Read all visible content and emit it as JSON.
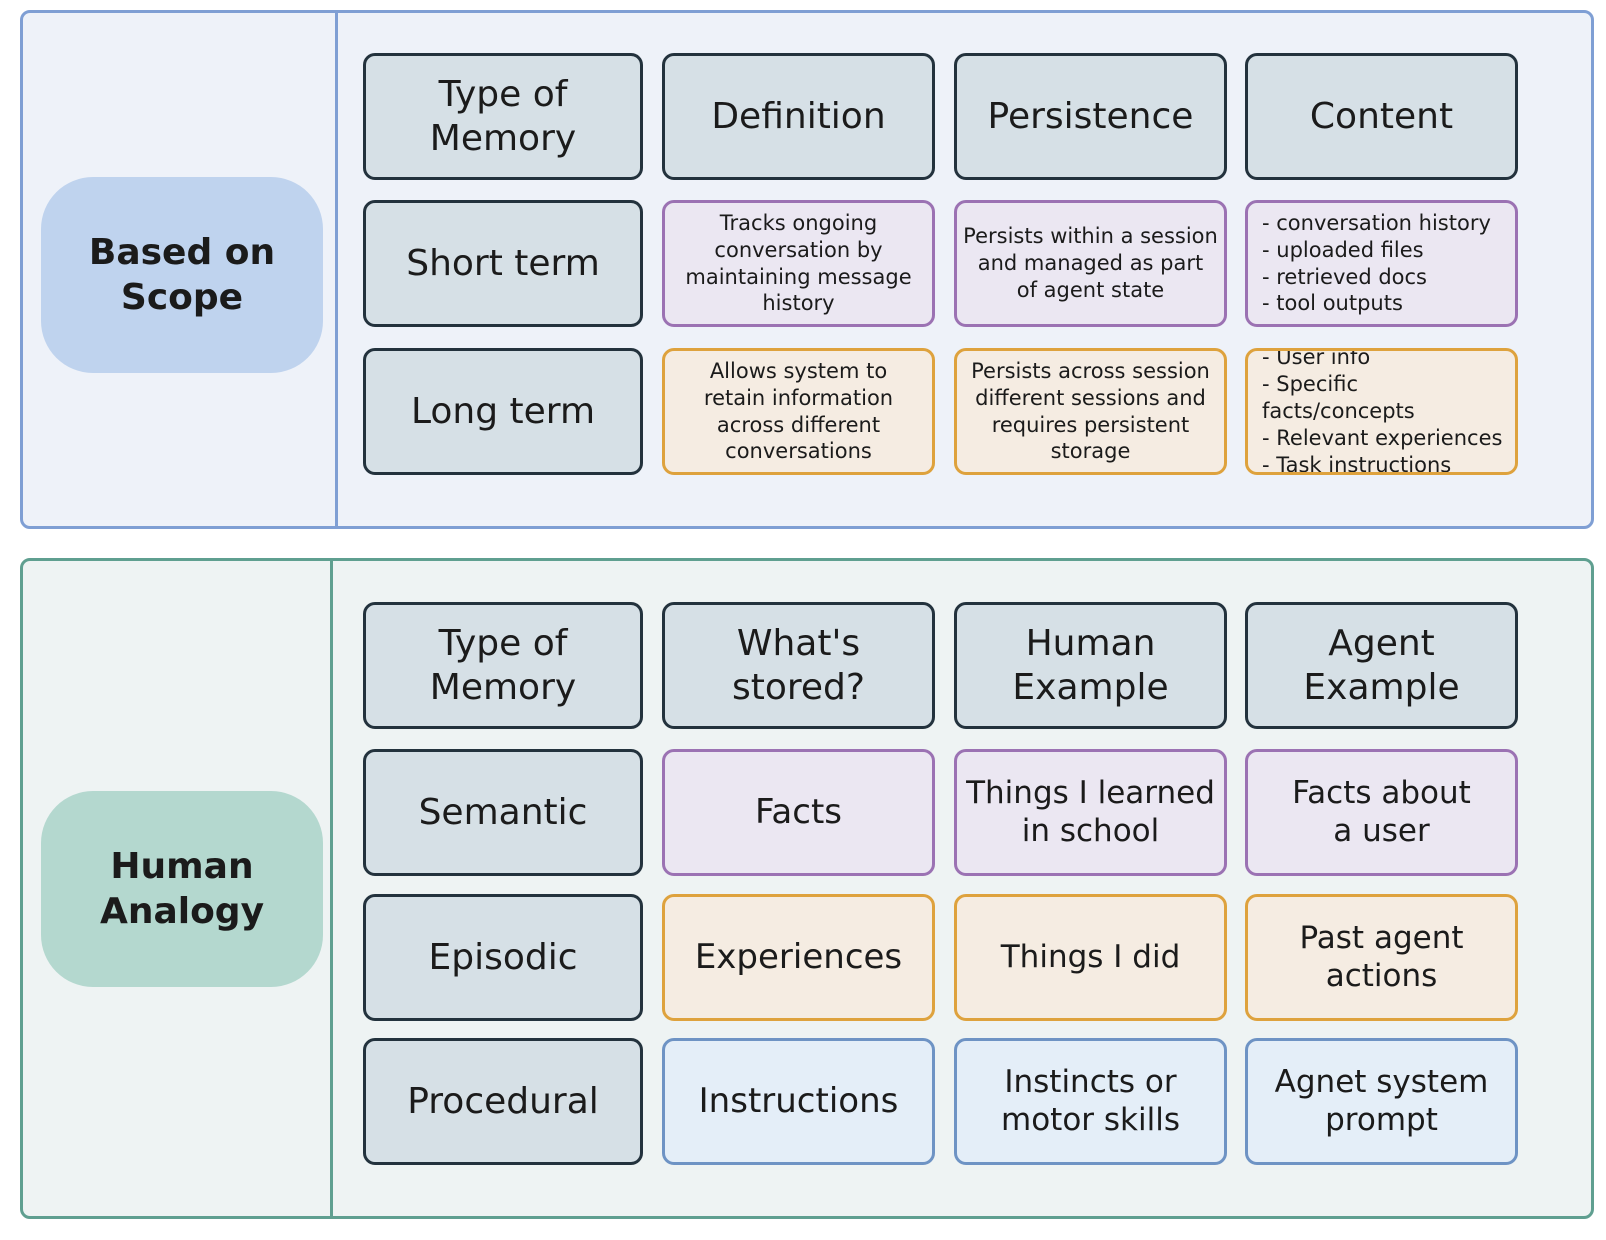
{
  "scope": {
    "label": "Based on\nScope",
    "headers": [
      "Type of\nMemory",
      "Definition",
      "Persistence",
      "Content"
    ],
    "rows": [
      {
        "type": "Short term",
        "definition": "Tracks ongoing\nconversation by\nmaintaining message\nhistory",
        "persistence": "Persists within a session\nand managed as part\nof agent state",
        "content": "- conversation history\n- uploaded files\n- retrieved docs\n- tool outputs"
      },
      {
        "type": "Long term",
        "definition": "Allows system to\nretain information\nacross different\nconversations",
        "persistence": "Persists across session\ndifferent sessions and\nrequires persistent\nstorage",
        "content": "- User info\n- Specific facts/concepts\n- Relevant experiences\n- Task instructions"
      }
    ]
  },
  "analogy": {
    "label": "Human\nAnalogy",
    "headers": [
      "Type of\nMemory",
      "What's\nstored?",
      "Human\nExample",
      "Agent\nExample"
    ],
    "rows": [
      {
        "type": "Semantic",
        "stored": "Facts",
        "human": "Things I learned\nin school",
        "agent": "Facts about\na user"
      },
      {
        "type": "Episodic",
        "stored": "Experiences",
        "human": "Things I did",
        "agent": "Past agent\nactions"
      },
      {
        "type": "Procedural",
        "stored": "Instructions",
        "human": "Instincts or\nmotor skills",
        "agent": "Agnet system\nprompt"
      }
    ]
  },
  "colors": {
    "scope_panel_border": "#7f9fd4",
    "analogy_panel_border": "#5f9f90",
    "header_fill": "#d6e0e6",
    "purple_border": "#9b72b3",
    "orange_border": "#dea23d",
    "blue_border": "#6e93c4"
  }
}
